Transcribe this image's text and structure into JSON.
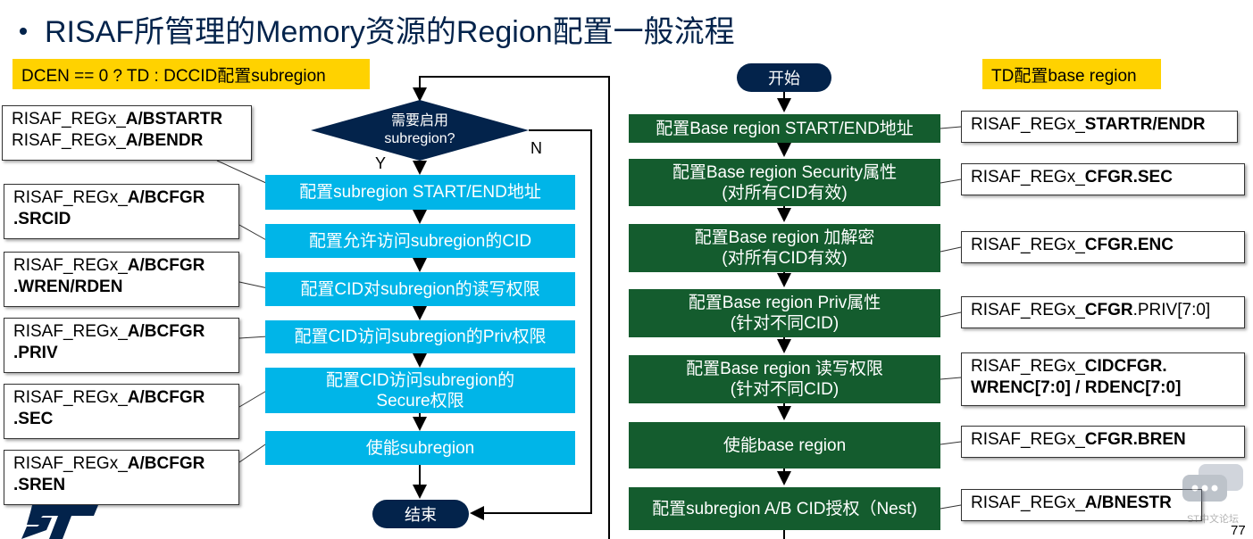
{
  "title": "RISAF所管理的Memory资源的Region配置一般流程",
  "left": {
    "condition_label": "DCEN == 0 ? TD : DCCID配置subregion",
    "decision": {
      "line1": "需要启用",
      "line2": "subregion?"
    },
    "yes_label": "Y",
    "no_label": "N",
    "steps": [
      {
        "text": "配置subregion START/END地址"
      },
      {
        "text": "配置允许访问subregion的CID"
      },
      {
        "text": "配置CID对subregion的读写权限"
      },
      {
        "text": "配置CID访问subregion的Priv权限"
      },
      {
        "line1": "配置CID访问subregion的",
        "line2": "Secure权限"
      },
      {
        "text": "使能subregion"
      }
    ],
    "end": "结束",
    "registers": [
      {
        "line1_plain": "RISAF_REGx_",
        "line1_bold": "A/BSTARTR",
        "line2_plain": "RISAF_REGx_",
        "line2_bold": "A/BENDR"
      },
      {
        "line1_plain": "RISAF_REGx_",
        "line1_bold": "A/BCFGR",
        "line2_plain": "",
        "line2_bold": ".SRCID"
      },
      {
        "line1_plain": "RISAF_REGx_",
        "line1_bold": "A/BCFGR",
        "line2_plain": "",
        "line2_bold": ".WREN/RDEN"
      },
      {
        "line1_plain": "RISAF_REGx_",
        "line1_bold": "A/BCFGR",
        "line2_plain": "",
        "line2_bold": ".PRIV"
      },
      {
        "line1_plain": "RISAF_REGx_",
        "line1_bold": "A/BCFGR",
        "line2_plain": "",
        "line2_bold": ".SEC"
      },
      {
        "line1_plain": "RISAF_REGx_",
        "line1_bold": "A/BCFGR",
        "line2_plain": "",
        "line2_bold": ".SREN"
      }
    ]
  },
  "right": {
    "start": "开始",
    "td_label": "TD配置base region",
    "steps": [
      {
        "line1": "配置Base region START/END地址",
        "line2": ""
      },
      {
        "line1": "配置Base region Security属性",
        "line2": "(对所有CID有效)"
      },
      {
        "line1": "配置Base region 加解密",
        "line2": "(对所有CID有效)"
      },
      {
        "line1": "配置Base region Priv属性",
        "line2": "(针对不同CID)"
      },
      {
        "line1": "配置Base region 读写权限",
        "line2": "(针对不同CID)"
      },
      {
        "line1": "使能base region",
        "line2": ""
      },
      {
        "line1": "配置subregion A/B CID授权（Nest)",
        "line2": ""
      }
    ],
    "registers": [
      {
        "plain": "RISAF_REGx_",
        "bold": "STARTR/ENDR",
        "tail": "",
        "line2_bold": ""
      },
      {
        "plain": "RISAF_REGx_",
        "bold": "CFGR.SEC",
        "tail": "",
        "line2_bold": ""
      },
      {
        "plain": "RISAF_REGx_",
        "bold": "CFGR.ENC",
        "tail": "",
        "line2_bold": ""
      },
      {
        "plain": "RISAF_REGx_",
        "bold": "CFGR",
        "tail": ".PRIV[7:0]",
        "line2_bold": ""
      },
      {
        "plain": "RISAF_REGx_",
        "bold": "CIDCFGR.",
        "tail": "",
        "line2_bold": "WRENC[7:0] / RDENC[7:0]"
      },
      {
        "plain": "RISAF_REGx_",
        "bold": "CFGR.BREN",
        "tail": "",
        "line2_bold": ""
      },
      {
        "plain": "RISAF_REGx_",
        "bold": "A/BNESTR",
        "tail": "",
        "line2_bold": ""
      }
    ]
  },
  "watermark": "ST中文论坛",
  "page_number": "77",
  "logo_text": "ST",
  "colors": {
    "navy": "#03234b",
    "cyan": "#00b5e8",
    "green": "#145c2e",
    "yellow": "#ffd200"
  }
}
